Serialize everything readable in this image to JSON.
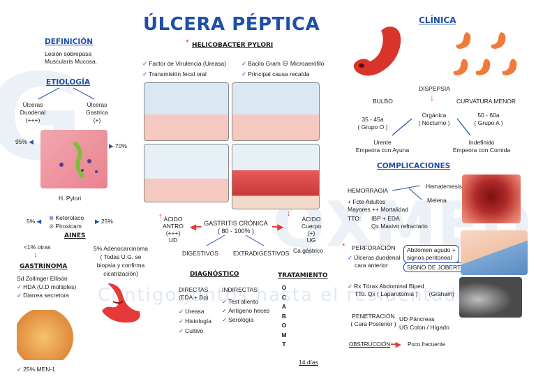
{
  "title": "ÚLCERA PÉPTICA",
  "watermark": "Contigo juntos hasta el residentado",
  "definicion": {
    "heading": "DEFINICIÓN",
    "lines": [
      "Lesión sobrepasa",
      "Muscularis Mucosa."
    ]
  },
  "etiologia": {
    "heading": "ETIOLOGÍA",
    "left": [
      "Úlceras",
      "Duodenal",
      "(+++)"
    ],
    "right": [
      "Úlceras",
      "Gastrica",
      "(+)"
    ],
    "pct_left": "95%",
    "pct_right": "70%",
    "image_label": "H. Pylori",
    "aines_left_pct": "5%",
    "aines_right_pct": "25%",
    "aines_drugs": [
      "Ketorolaco",
      "Piroxicam"
    ],
    "aines_label": "AINES",
    "otras": "<1% otras"
  },
  "gastrinoma": {
    "heading": "GASTRINOMA",
    "items": [
      "Sd Zollinger Ellisón",
      "HDA (U.D múltiples)",
      "Diarrea secretora"
    ],
    "footer": "25% MEN-1"
  },
  "hpylori": {
    "heading": "HELICOBACTER PYLORI",
    "col1": [
      "Factor de Virulencia (Ureasa)",
      "Transmisión fecal oral"
    ],
    "col2": [
      "Bacilo Gram",
      "Principal causa recaída"
    ],
    "micro": "Microaerófilo"
  },
  "centro": {
    "acido_antro": [
      "ÁCIDO",
      "ANTRO",
      "(+++)",
      "UD"
    ],
    "acido_cuerpo": [
      "ÁCIDO",
      "Cuerpo",
      "(+)",
      "UG"
    ],
    "gastritis": [
      "GASTRITIS CRÓNICA",
      "( 80 - 100% )"
    ],
    "digestivos": "DIGESTIVOS",
    "extradigestivos": "EXTRADIGESTIVOS",
    "ca": "Ca gástrico",
    "adeno": [
      "5% Adenocarcinoma",
      "( Todas U.G. se",
      "biopsia y confirma",
      "cicatrización)"
    ]
  },
  "diagnostico": {
    "heading": "DIAGNÓSTICO",
    "directas_title": [
      "DIRECTAS",
      "(EDA + Bp)"
    ],
    "directas": [
      "Ureasa",
      "Histología",
      "Cultivo"
    ],
    "indirectas_title": "INDIRECTAS",
    "indirectas": [
      "Test aliento",
      "Antígeno heces",
      "Serología"
    ]
  },
  "tratamiento": {
    "heading": "TRATAMIENTO",
    "letters": [
      "O",
      "C",
      "A",
      "B",
      "O",
      "M",
      "T"
    ],
    "dias": "14 días"
  },
  "clinica": {
    "heading": "CLÍNICA",
    "dispepsia": "DISPEPSIA",
    "bulbo": "BULBO",
    "curvatura": "CURVATURA MENOR",
    "bulbo_age": [
      "35 - 45a",
      "( Grupo O )"
    ],
    "organica": [
      "Orgánica",
      "( Nocturno )"
    ],
    "curv_age": [
      "50 - 60a",
      "( Grupo A )"
    ],
    "urente": [
      "Urente",
      "Empeora con Ayuna"
    ],
    "indefinido": [
      "Indefinido",
      "Empeora con Comida"
    ]
  },
  "complicaciones": {
    "heading": "COMPLICACIONES",
    "hemorragia": "HEMORRAGIA",
    "hematemesis": "Hematemesis",
    "melena": "Melena",
    "hem_lines": [
      "+ Fcte Adultos",
      "Mayores ++ Mortalidad"
    ],
    "ttp_label": "TTO:",
    "ttp_lines": [
      "IBP + EDA",
      "Qx   Masivo refractario"
    ],
    "perforacion": "PERFORACIÓN",
    "perf_lines": [
      "Úlceras duodenal",
      "cara anterior"
    ],
    "abdomen": [
      "Abdomen agudo +",
      "signos peritoneal"
    ],
    "jobert": "SIGNO DE JOBERT",
    "rx": "Rx Tórax Abdominal  Biped",
    "tto_qx": "TTo. Qx ( Laparotomía )",
    "graham": "(Graham)",
    "penetracion": [
      "PENETRACIÓN",
      "( Cara Posterior )"
    ],
    "ud": "UD Páncreas",
    "ug": "UG Colon / Hígado",
    "obstruccion": "OBSTRUCCIÓN",
    "poco": "Poco frecuente"
  }
}
